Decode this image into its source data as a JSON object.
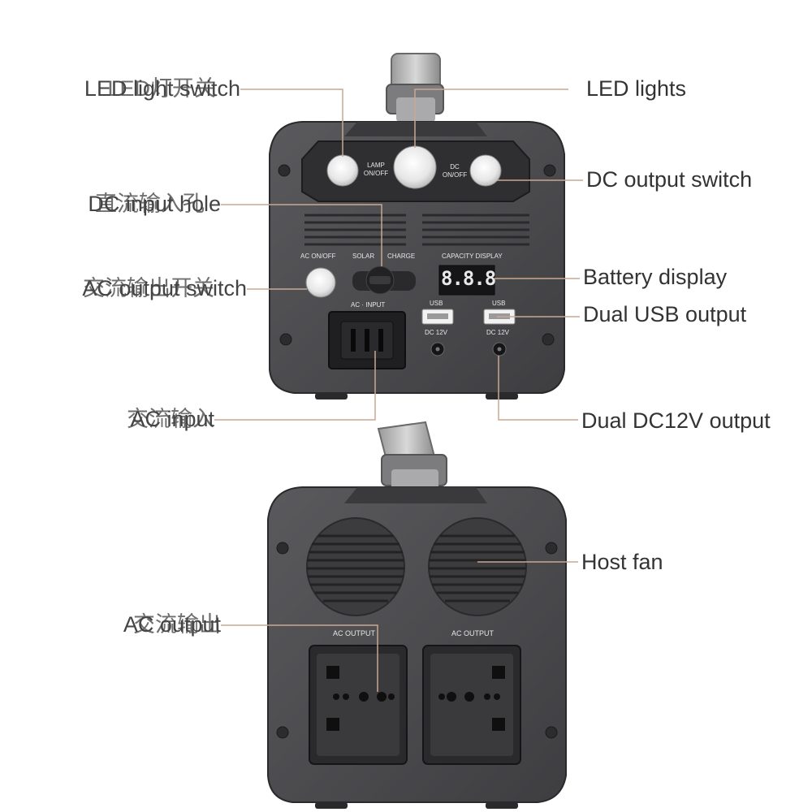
{
  "device_top": {
    "lamp_switch_label": [
      "LAMP",
      "ON/OFF"
    ],
    "dc_switch_label": [
      "DC",
      "ON/OFF"
    ],
    "ac_switch_label": "AC ON/OFF",
    "solar_label": "SOLAR",
    "charge_label": "CHARGE",
    "capacity_label": "CAPACITY DISPLAY",
    "display_value": "8.8.8",
    "ac_input_label": "AC",
    "ac_input_label2": "INPUT",
    "usb_labels": [
      "USB",
      "USB"
    ],
    "dc12v_labels": [
      "DC 12V",
      "DC 12V"
    ]
  },
  "device_bottom": {
    "ac_output_labels": [
      "AC OUTPUT",
      "AC OUTPUT"
    ]
  },
  "callouts": {
    "led_light_switch": {
      "en": "LED light switch",
      "zh": "LED灯开关"
    },
    "dc_input_hole": {
      "en": "DC input hole",
      "zh": "直流输入孔"
    },
    "ac_output_switch": {
      "en": "AC output switch",
      "zh": "交流输出开关"
    },
    "ac_input": {
      "en": "AC input",
      "zh": "交流输入"
    },
    "ac_output": {
      "en": "AC output",
      "zh": "交流输出"
    },
    "led_lights": "LED lights",
    "dc_output_switch": "DC output switch",
    "battery_display": "Battery display",
    "dual_usb_output": "Dual USB output",
    "dual_dc12v_output": "Dual DC12V output",
    "host_fan": "Host fan"
  },
  "colors": {
    "body": "#4a4a4c",
    "body_dark": "#2e2e30",
    "leader_line": "#c9a894",
    "text": "#333333",
    "display_digits": "#e8e8e8"
  }
}
